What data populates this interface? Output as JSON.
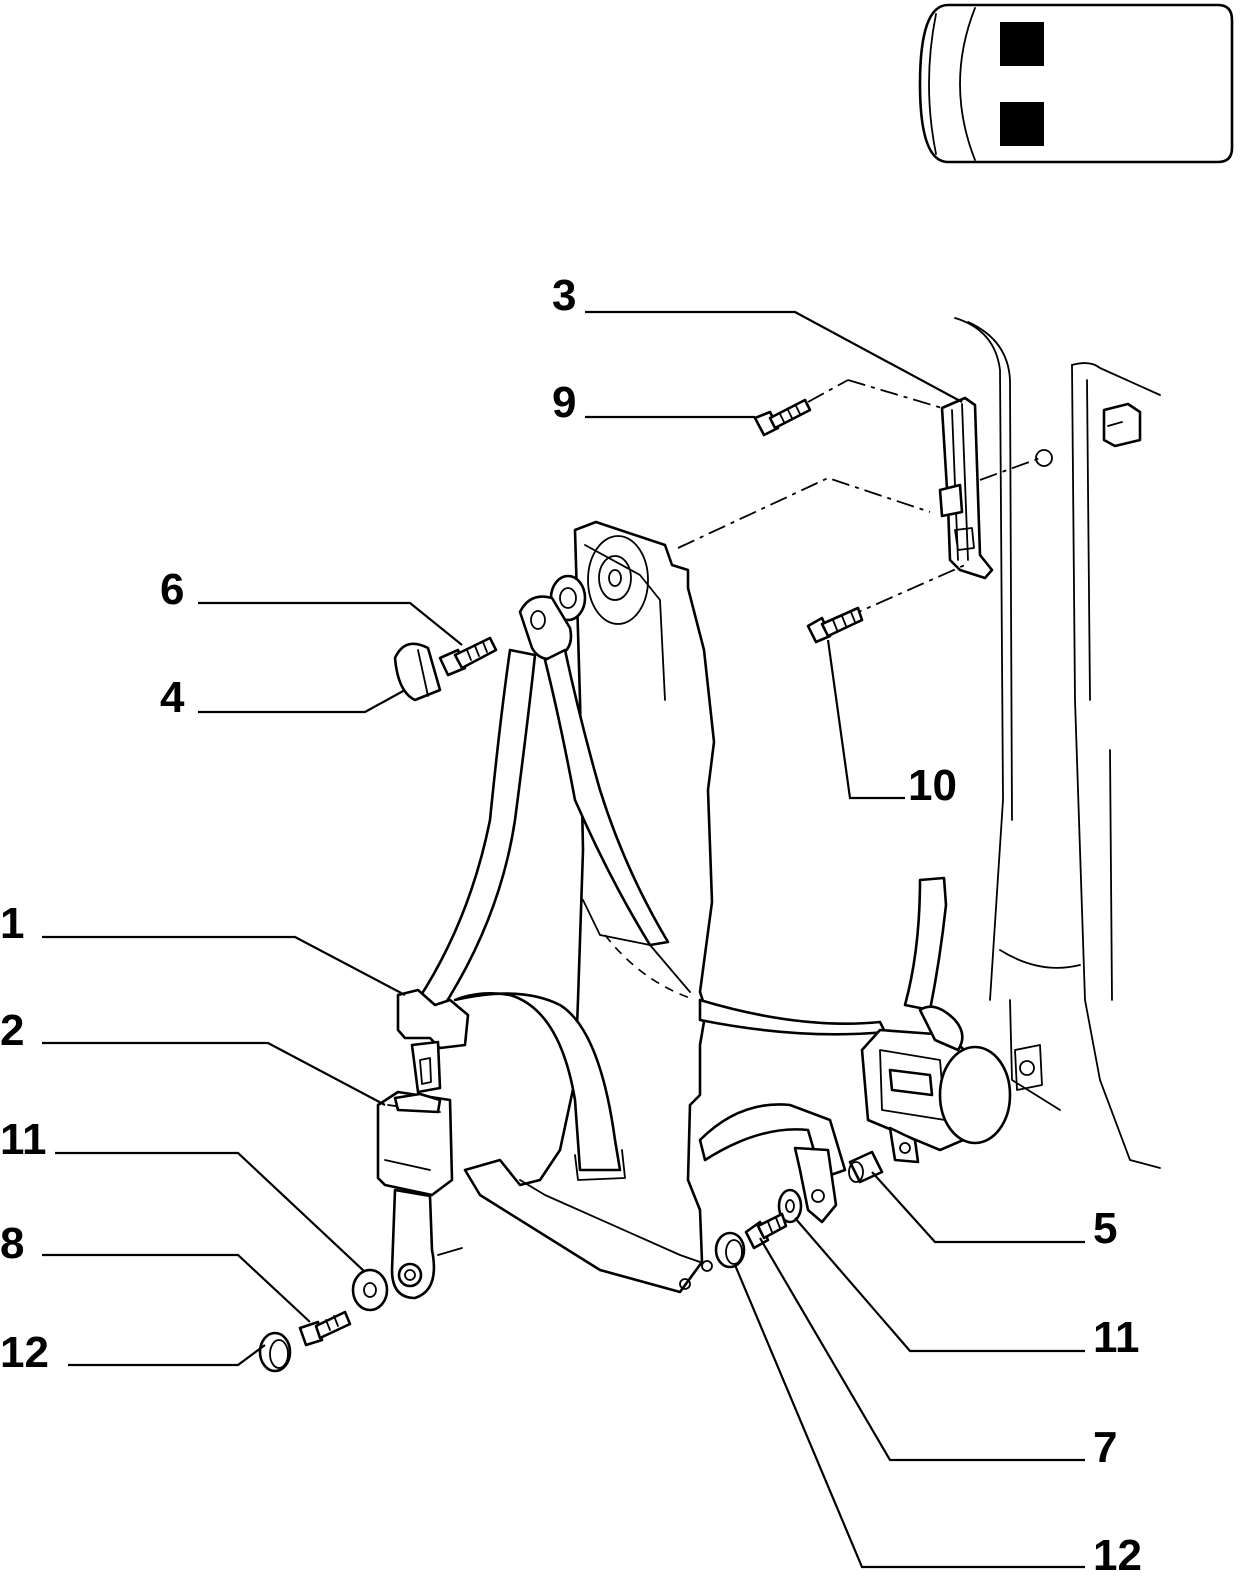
{
  "diagram": {
    "callouts": [
      {
        "id": "c3",
        "text": "3"
      },
      {
        "id": "c9",
        "text": "9"
      },
      {
        "id": "c6",
        "text": "6"
      },
      {
        "id": "c4",
        "text": "4"
      },
      {
        "id": "c10",
        "text": "10"
      },
      {
        "id": "c1",
        "text": "1"
      },
      {
        "id": "c2",
        "text": "2"
      },
      {
        "id": "c11a",
        "text": "11"
      },
      {
        "id": "c8",
        "text": "8"
      },
      {
        "id": "c12a",
        "text": "12"
      },
      {
        "id": "c5",
        "text": "5"
      },
      {
        "id": "c11b",
        "text": "11"
      },
      {
        "id": "c7",
        "text": "7"
      },
      {
        "id": "c12b",
        "text": "12"
      }
    ]
  }
}
